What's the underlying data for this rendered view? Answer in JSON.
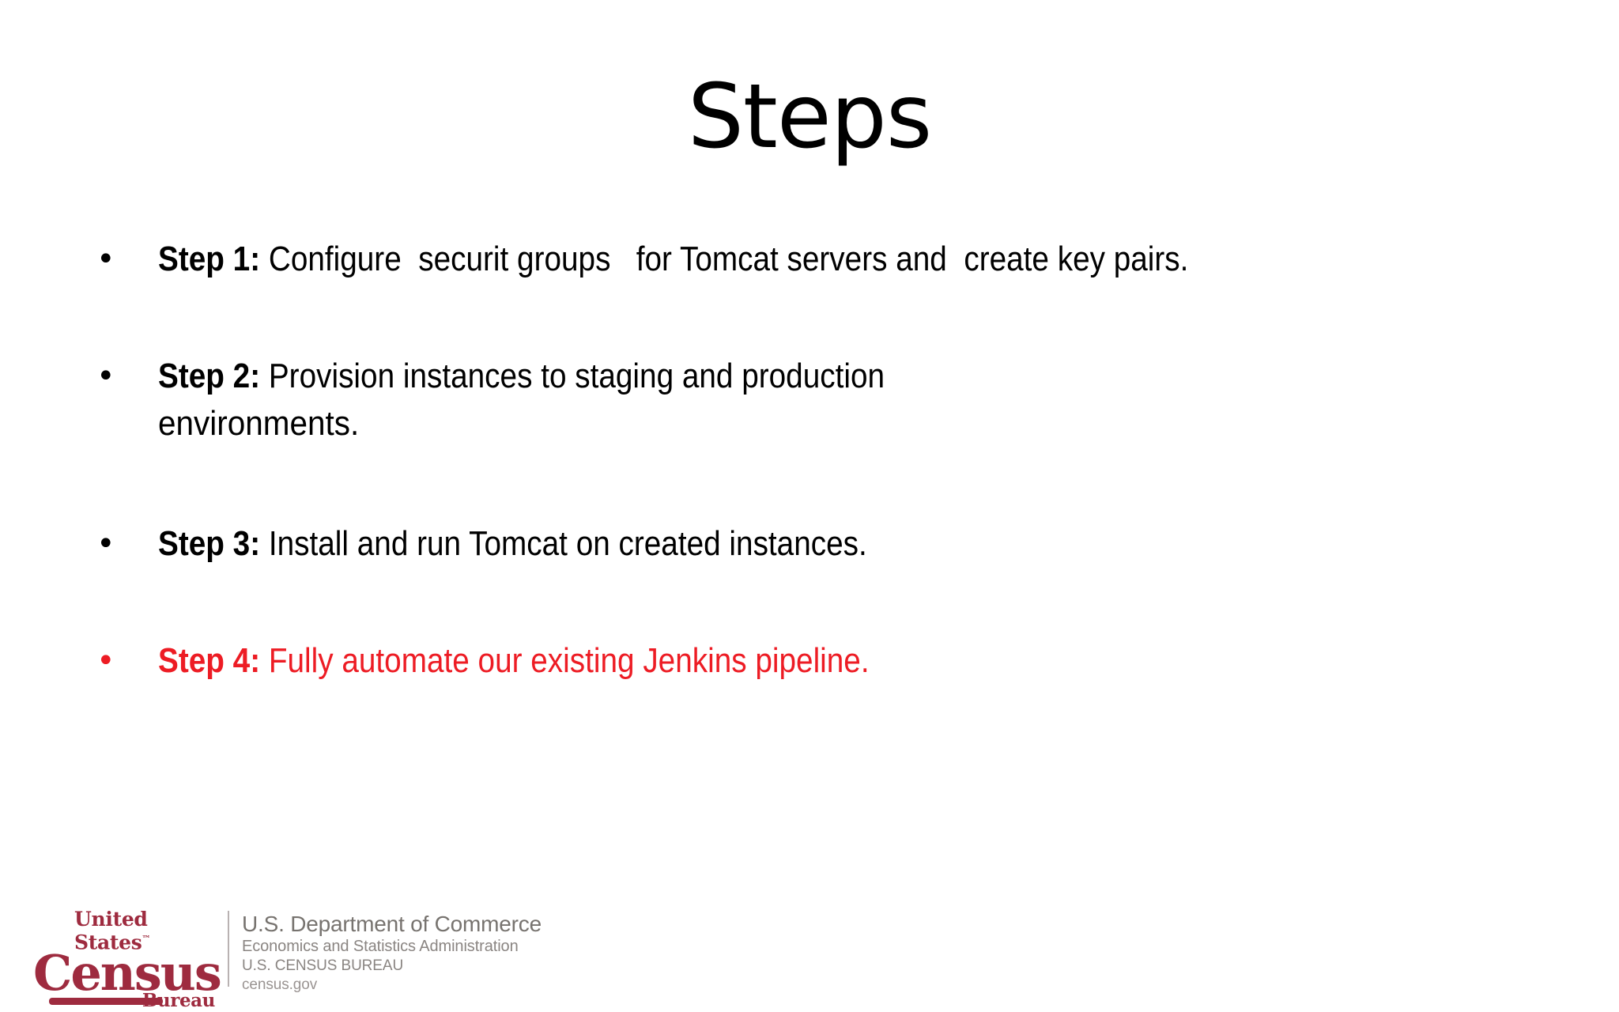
{
  "slide": {
    "title": "Steps",
    "background_color": "#FFFFFF",
    "accent_color": "#ED1C24",
    "text_color": "#000000"
  },
  "bullets": [
    {
      "glyph": "•",
      "lead": "Step 1: ",
      "body": "Configure  securit groups   for Tomcat servers and  create key pairs.",
      "wrap": "",
      "color": "#000000"
    },
    {
      "glyph": "•",
      "lead": "Step 2: ",
      "body": "Provision instances to staging and production",
      "wrap": "environments.",
      "color": "#000000"
    },
    {
      "glyph": "•",
      "lead": "Step 3: ",
      "body": "Install and run Tomcat on created instances.",
      "wrap": "",
      "color": "#000000"
    },
    {
      "glyph": "•",
      "lead": "Step 4: ",
      "body": "Fully automate our existing Jenkins pipeline.",
      "wrap": "",
      "color": "#ED1C24"
    }
  ],
  "logo": {
    "united_states": "United States",
    "trademark": "™",
    "census": "Census",
    "bureau": "Bureau",
    "brand_color": "#9E2B3F",
    "agency_line1": "U.S. Department of Commerce",
    "agency_line2": "Economics and Statistics Administration",
    "agency_line3": "U.S. CENSUS BUREAU",
    "agency_line4": "census.gov"
  }
}
